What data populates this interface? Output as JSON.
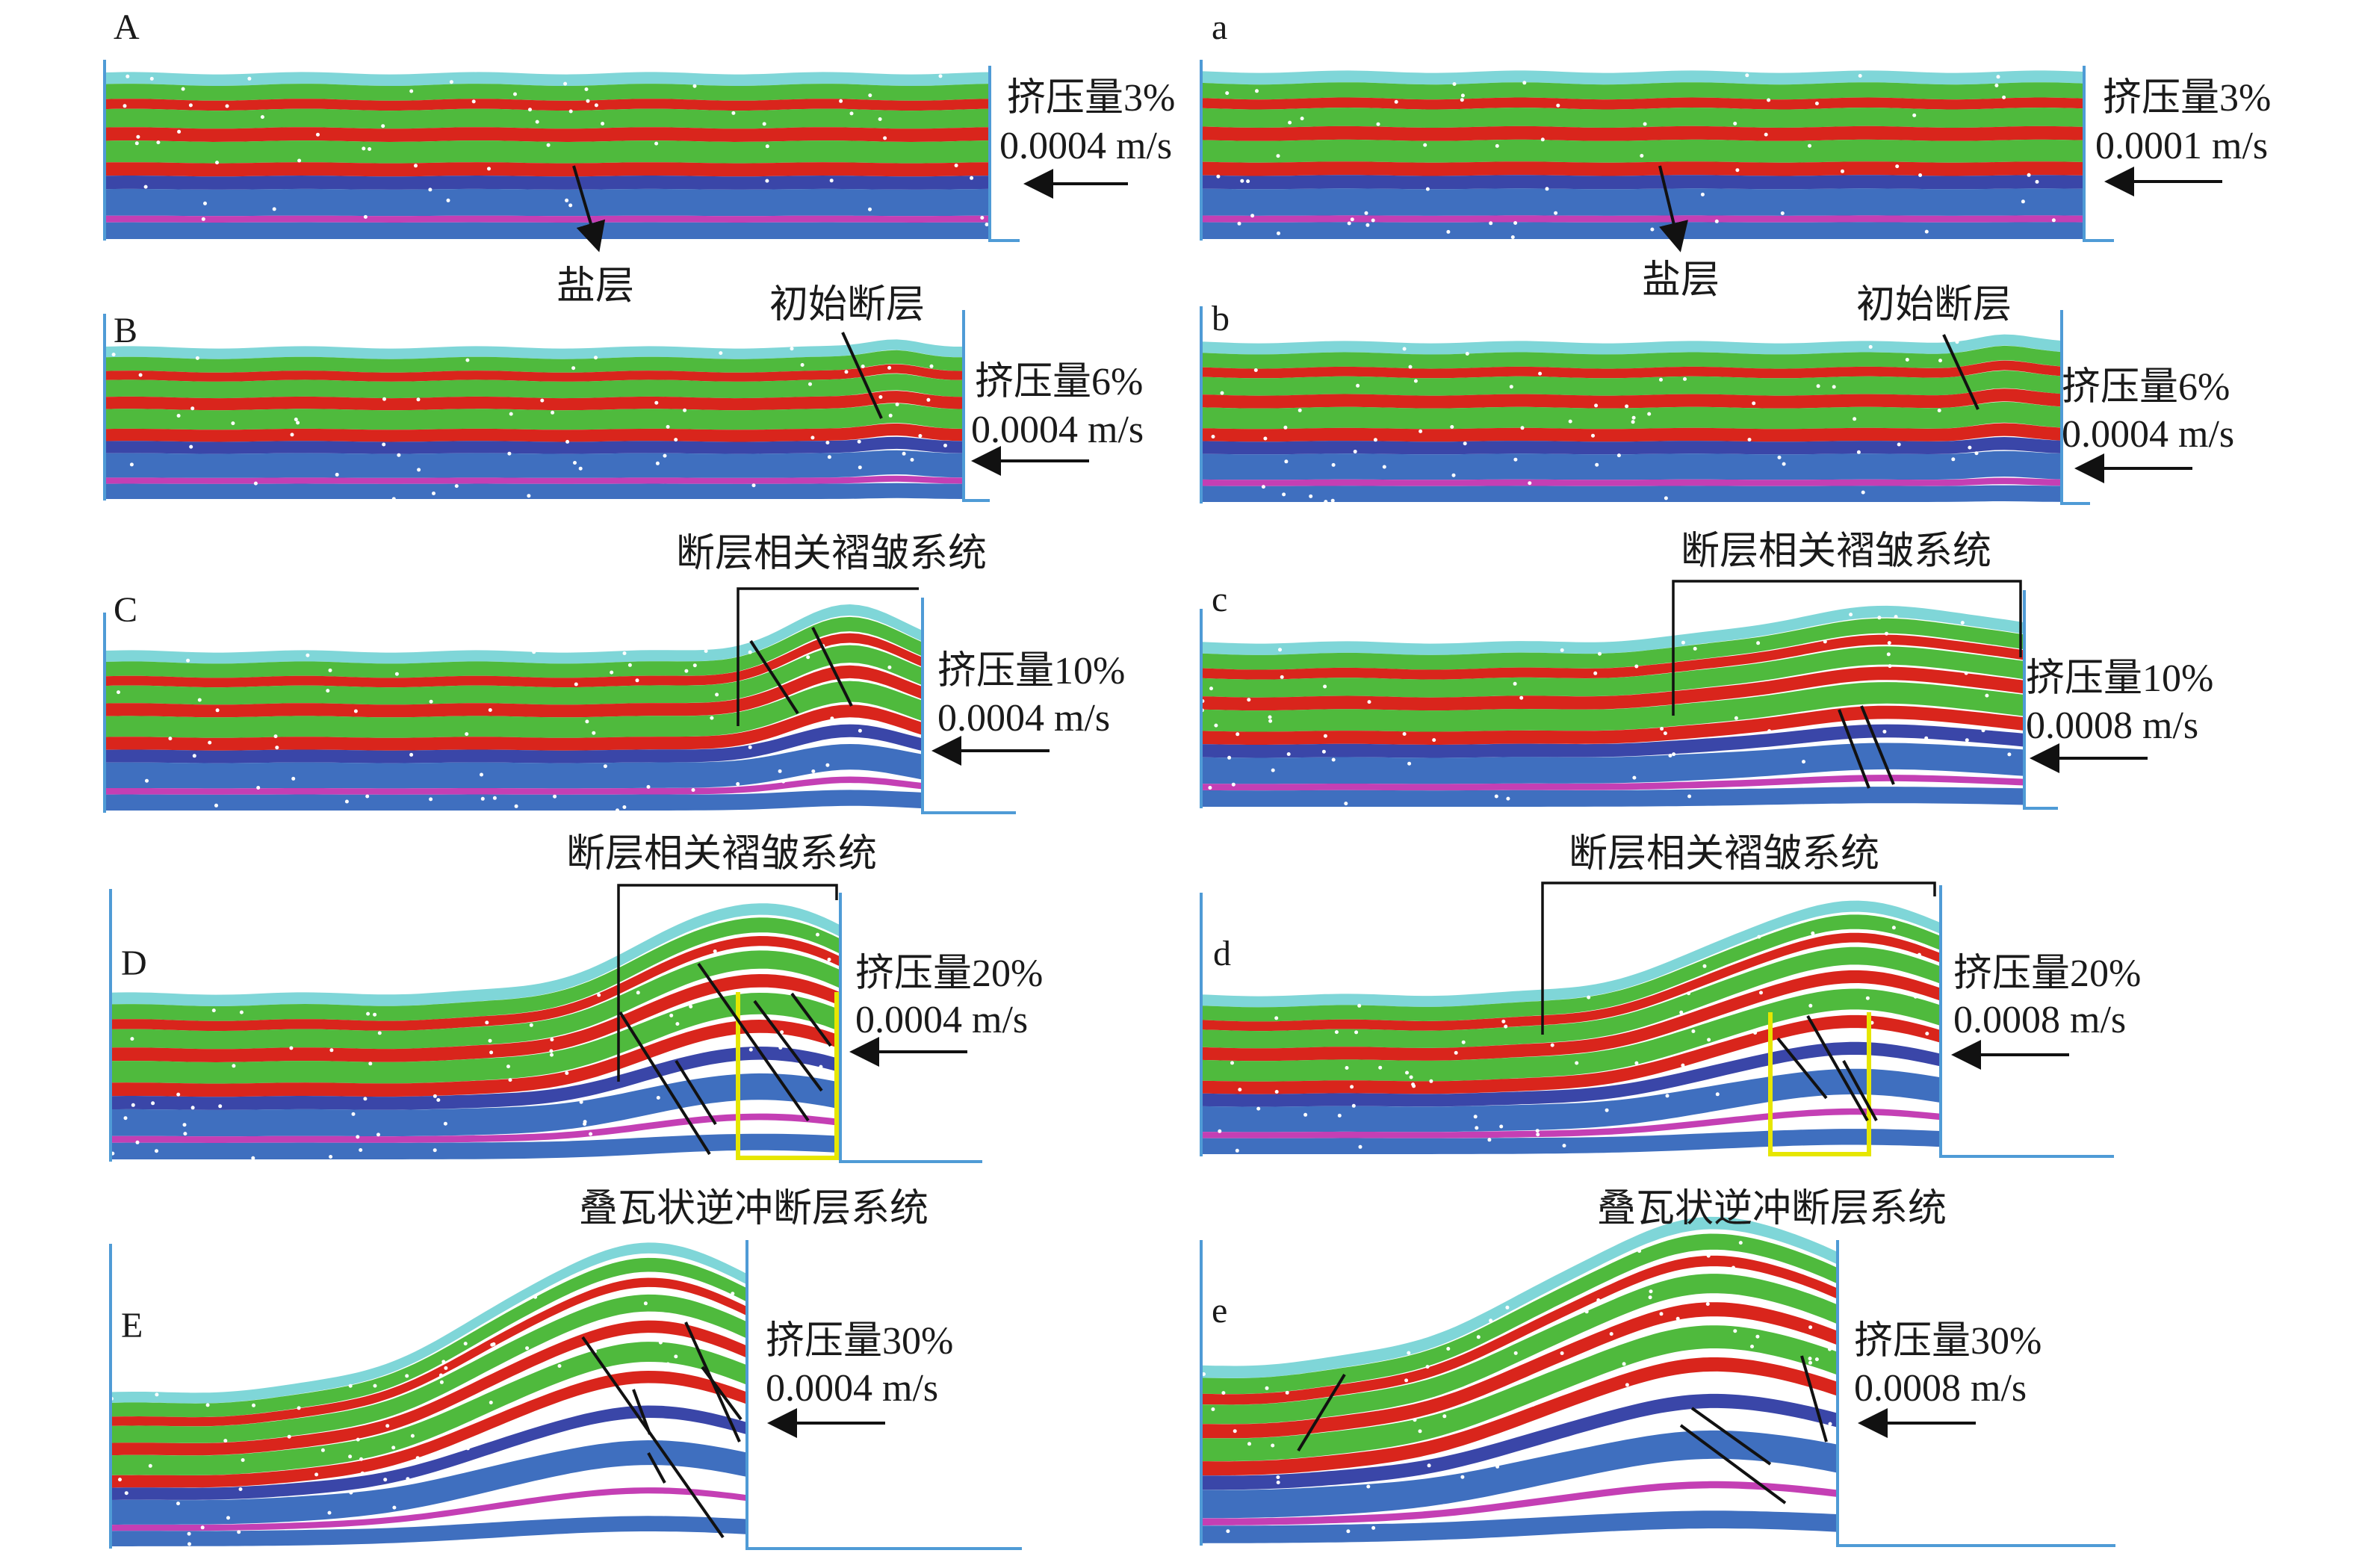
{
  "colors": {
    "cyan": "#7fd6d8",
    "green": "#4fba3d",
    "red": "#d9251c",
    "blue": "#3f6fbf",
    "navy": "#3a46a8",
    "magenta": "#c43fb4",
    "wall": "#4f9bd6",
    "yellow_box": "#e6e600",
    "text": "#1a1a1a"
  },
  "panels": [
    {
      "id": "A",
      "label": "A",
      "compression": "挤压量3%",
      "velocity": "0.0004 m/s",
      "note": "盐层",
      "box_label": ""
    },
    {
      "id": "a",
      "label": "a",
      "compression": "挤压量3%",
      "velocity": "0.0001 m/s",
      "note": "盐层",
      "box_label": ""
    },
    {
      "id": "B",
      "label": "B",
      "compression": "挤压量6%",
      "velocity": "0.0004 m/s",
      "note": "初始断层",
      "box_label": ""
    },
    {
      "id": "b",
      "label": "b",
      "compression": "挤压量6%",
      "velocity": "0.0004 m/s",
      "note": "初始断层",
      "box_label": ""
    },
    {
      "id": "C",
      "label": "C",
      "compression": "挤压量10%",
      "velocity": "0.0004 m/s",
      "note": "",
      "box_label": "断层相关褶皱系统"
    },
    {
      "id": "c",
      "label": "c",
      "compression": "挤压量10%",
      "velocity": "0.0008 m/s",
      "note": "",
      "box_label": "断层相关褶皱系统"
    },
    {
      "id": "D",
      "label": "D",
      "compression": "挤压量20%",
      "velocity": "0.0004 m/s",
      "note": "",
      "box_label": "断层相关褶皱系统"
    },
    {
      "id": "d",
      "label": "d",
      "compression": "挤压量20%",
      "velocity": "0.0008 m/s",
      "note": "",
      "box_label": "断层相关褶皱系统"
    },
    {
      "id": "E",
      "label": "E",
      "compression": "挤压量30%",
      "velocity": "0.0004 m/s",
      "note": "",
      "box_label": "叠瓦状逆冲断层系统"
    },
    {
      "id": "e",
      "label": "e",
      "compression": "挤压量30%",
      "velocity": "0.0008 m/s",
      "note": "",
      "box_label": "叠瓦状逆冲断层系统"
    }
  ]
}
